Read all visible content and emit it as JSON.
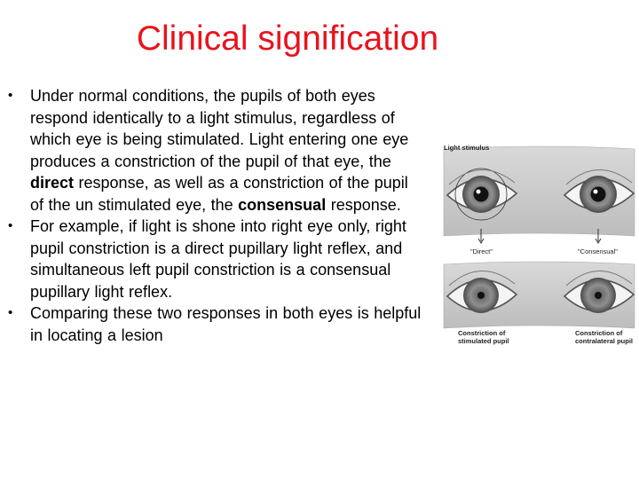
{
  "title": "Clinical signification",
  "bullets": [
    {
      "pre": "Under normal conditions, the pupils of both eyes respond identically to a light stimulus, regardless of which eye is being stimulated. Light entering one eye produces a constriction of the pupil of that eye, the ",
      "direct": "direct",
      "mid": " response, as well as a constriction of the pupil of the un stimulated eye, the ",
      "consensual": "consensual",
      "post": " response."
    },
    {
      "text": "For example, if light is shone into right eye only, right pupil constriction is a direct pupillary light reflex, and simultaneous left pupil constriction is a consensual pupillary light reflex."
    },
    {
      "text": "Comparing these two responses in both eyes is helpful in locating a lesion"
    }
  ],
  "figure": {
    "light_stimulus_label": "Light stimulus",
    "direct_label": "\"Direct\"",
    "consensual_label": "\"Consensual\"",
    "stimulated_caption_line1": "Constriction of",
    "stimulated_caption_line2": "stimulated pupil",
    "contralateral_caption_line1": "Constriction of",
    "contralateral_caption_line2": "contralateral pupil"
  }
}
